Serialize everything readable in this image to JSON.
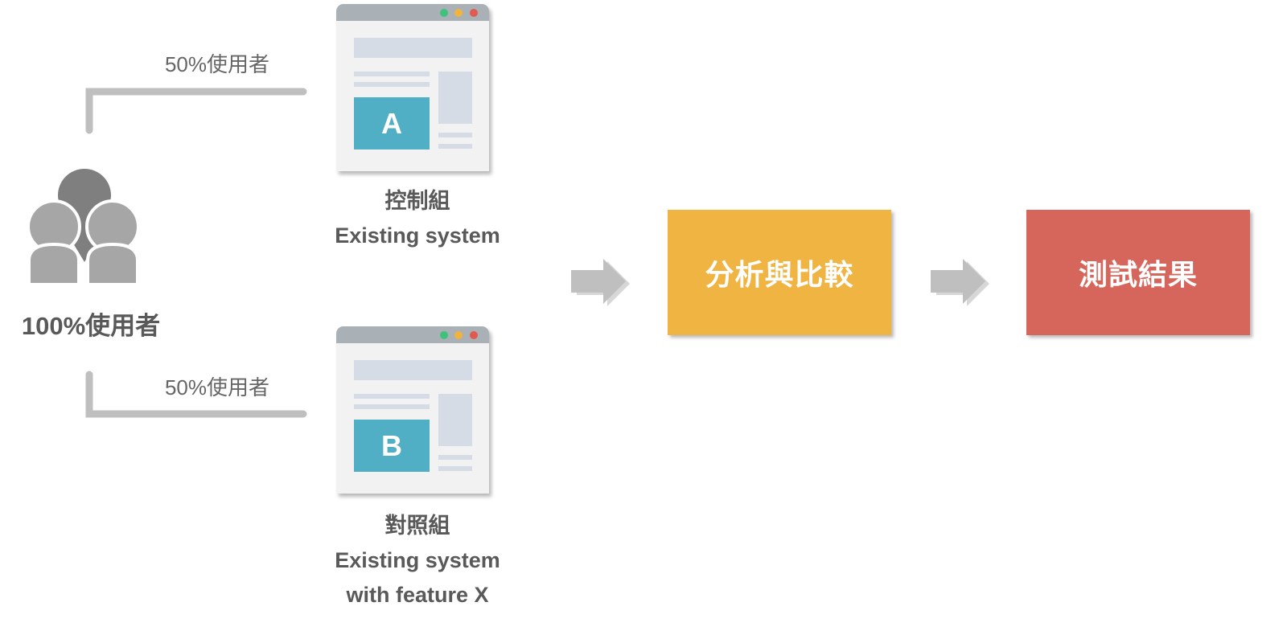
{
  "users": {
    "total_label": "100%使用者"
  },
  "split": {
    "top_label": "50%使用者",
    "bottom_label": "50%使用者"
  },
  "variants": [
    {
      "letter": "A",
      "group": "控制組",
      "description": [
        "Existing system"
      ]
    },
    {
      "letter": "B",
      "group": "對照組",
      "description": [
        "Existing system",
        "with feature X"
      ]
    }
  ],
  "steps": {
    "analysis": "分析與比較",
    "result": "測試結果"
  },
  "colors": {
    "analysis_box": "#F0B442",
    "result_box": "#D6665B",
    "variant_block": "#50AFC5",
    "people_icon": "#A6A6A6",
    "arrow": "#BFBFBF"
  }
}
